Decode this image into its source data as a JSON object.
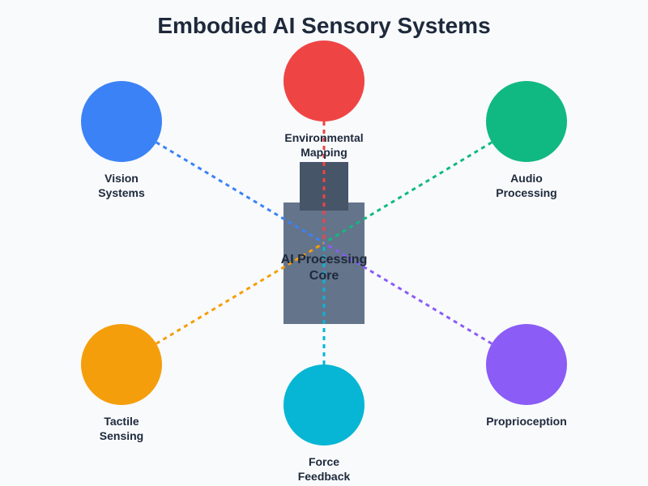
{
  "title": "Embodied AI Sensory Systems",
  "core": {
    "line1": "AI Processing",
    "line2": "Core",
    "body_color": "#64748b",
    "head_color": "#475569"
  },
  "sensors": [
    {
      "id": "vision",
      "line1": "Vision",
      "line2": "Systems",
      "color": "#3b82f6"
    },
    {
      "id": "environmental",
      "line1": "Environmental",
      "line2": "Mapping",
      "color": "#ef4444"
    },
    {
      "id": "audio",
      "line1": "Audio",
      "line2": "Processing",
      "color": "#10b981"
    },
    {
      "id": "tactile",
      "line1": "Tactile",
      "line2": "Sensing",
      "color": "#f59e0b"
    },
    {
      "id": "force",
      "line1": "Force",
      "line2": "Feedback",
      "color": "#06b6d4"
    },
    {
      "id": "proprioception",
      "line1": "Proprioception",
      "line2": "",
      "color": "#8b5cf6"
    }
  ]
}
